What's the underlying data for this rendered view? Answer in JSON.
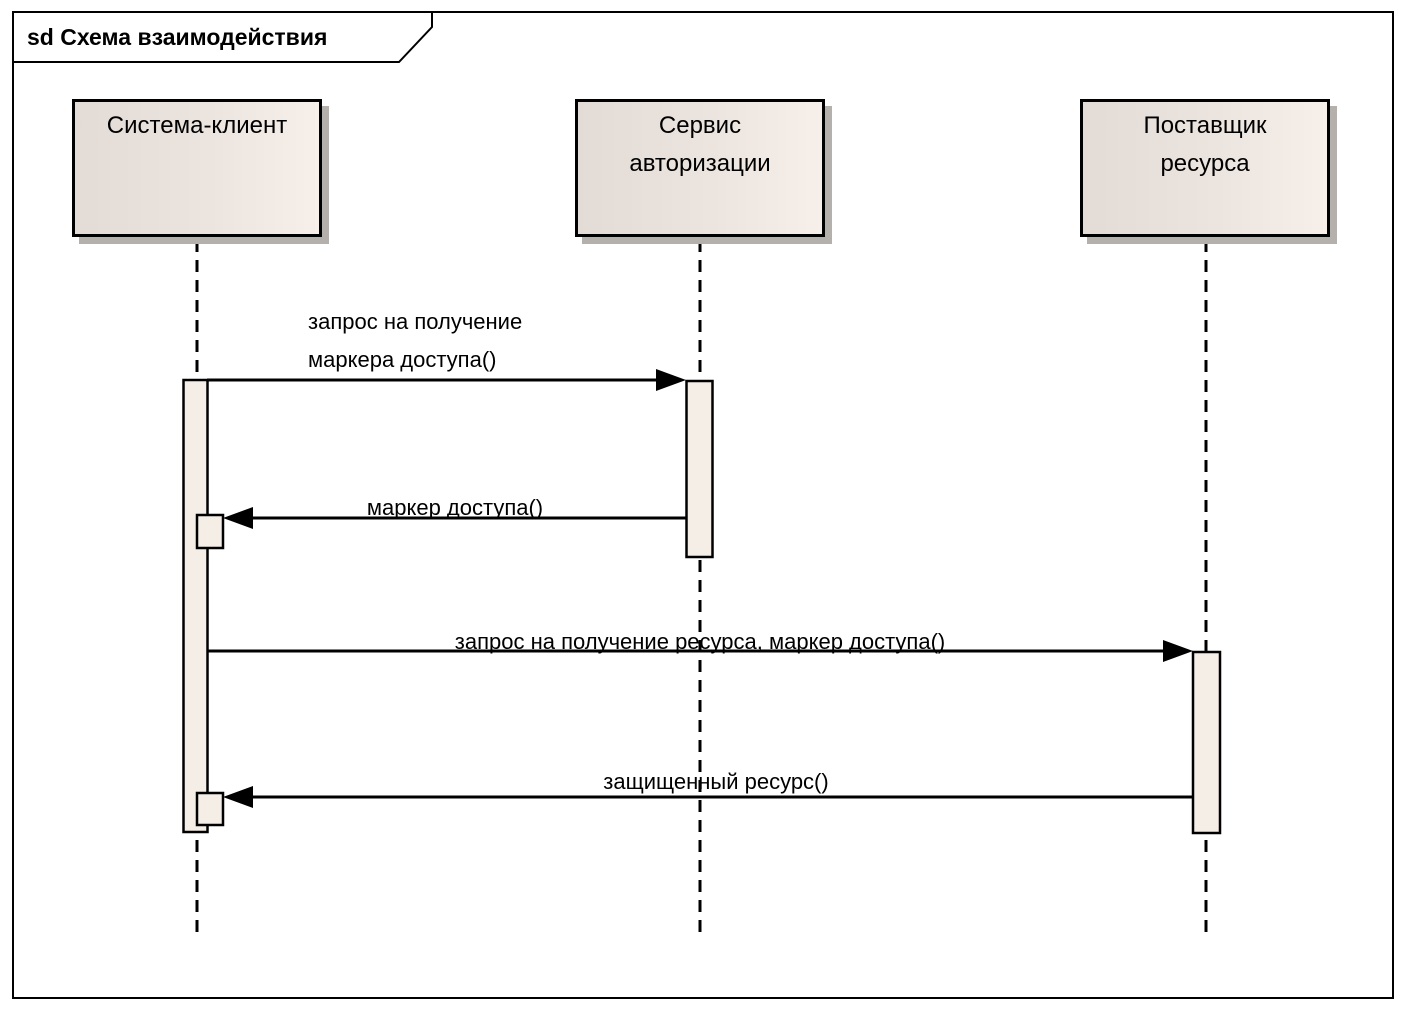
{
  "frame": {
    "title": "sd Схема взаимодействия"
  },
  "lifelines": [
    {
      "name": "Система-клиент"
    },
    {
      "name": "Сервис\nавторизации"
    },
    {
      "name": "Поставщик\nресурса"
    }
  ],
  "messages": [
    {
      "label_line1": "запрос на получение",
      "label_line2": "маркера доступа()",
      "from": "Система-клиент",
      "to": "Сервис авторизации",
      "direction": "right",
      "arrow": "solid-filled"
    },
    {
      "label_line1": "маркер доступа()",
      "from": "Сервис авторизации",
      "to": "Система-клиент",
      "direction": "left",
      "arrow": "solid-filled"
    },
    {
      "label_line1": "запрос на получение ресурса, маркер доступа()",
      "from": "Система-клиент",
      "to": "Поставщик ресурса",
      "direction": "right",
      "arrow": "solid-filled"
    },
    {
      "label_line1": "защищенный ресурс()",
      "from": "Поставщик ресурса",
      "to": "Система-клиент",
      "direction": "left",
      "arrow": "solid-filled"
    }
  ],
  "colors": {
    "background": "#ffffff",
    "line": "#000000",
    "head_fill_left": "#e3dbd5",
    "head_fill_right": "#f7efe9",
    "activation_fill": "#f5eee7",
    "shadow": "#b4b0ac"
  }
}
